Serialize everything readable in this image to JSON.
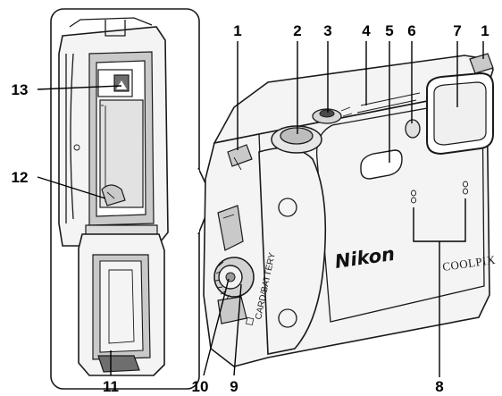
{
  "camera_print": {
    "brand": "Nikon",
    "model": "COOLPIX",
    "side_label": "CARD/BATTERY"
  },
  "callouts": [
    {
      "id": "1a",
      "number": "1"
    },
    {
      "id": "2",
      "number": "2"
    },
    {
      "id": "3",
      "number": "3"
    },
    {
      "id": "4",
      "number": "4"
    },
    {
      "id": "5",
      "number": "5"
    },
    {
      "id": "6",
      "number": "6"
    },
    {
      "id": "7",
      "number": "7"
    },
    {
      "id": "1b",
      "number": "1"
    },
    {
      "id": "8",
      "number": "8"
    },
    {
      "id": "9",
      "number": "9"
    },
    {
      "id": "10",
      "number": "10"
    },
    {
      "id": "11",
      "number": "11"
    },
    {
      "id": "12",
      "number": "12"
    },
    {
      "id": "13",
      "number": "13"
    }
  ]
}
